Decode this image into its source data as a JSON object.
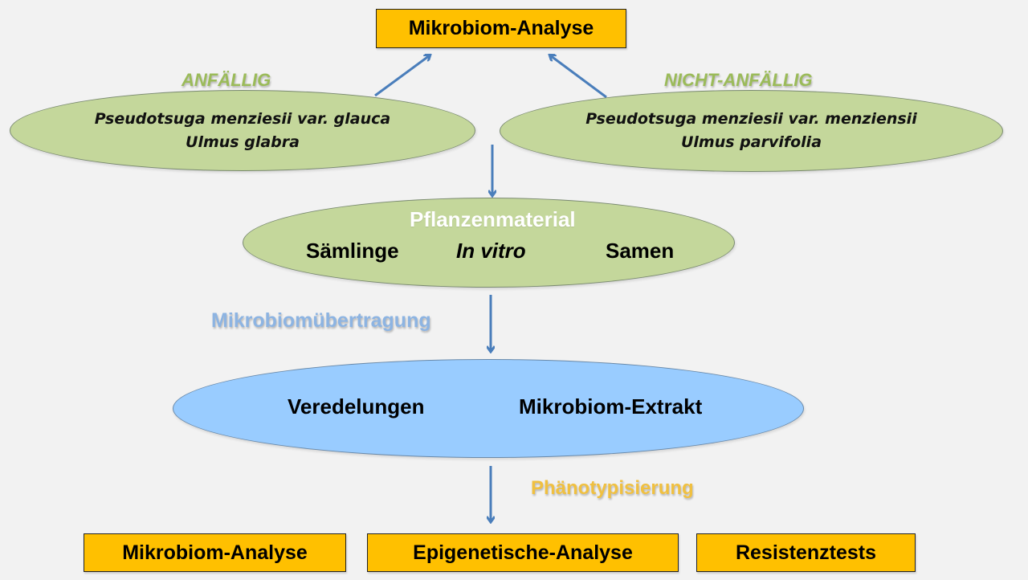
{
  "top_box": {
    "label": "Mikrobiom-Analyse"
  },
  "susceptible": {
    "heading": "ANFÄLLIG",
    "species": [
      "Pseudotsuga menziesii var. glauca",
      "Ulmus glabra"
    ]
  },
  "resistant": {
    "heading": "NICHT-ANFÄLLIG",
    "species": [
      "Pseudotsuga menziesii var. menziensii",
      "Ulmus parvifolia"
    ]
  },
  "plant_material": {
    "title": "Pflanzenmaterial",
    "items": [
      "Sämlinge",
      "In vitro",
      "Samen"
    ]
  },
  "transfer_label": "Mikrobiomübertragung",
  "transfer": {
    "items": [
      "Veredelungen",
      "Mikrobiom-Extrakt"
    ]
  },
  "phenotyping_label": "Phänotypisierung",
  "bottom_boxes": [
    "Mikrobiom-Analyse",
    "Epigenetische-Analyse",
    "Resistenztests"
  ],
  "colors": {
    "box_fill": "#ffc000",
    "ellipse_green": "#c4d79b",
    "ellipse_blue": "#99ccff",
    "arrow": "#4a7ebb",
    "heading_green": "#9bbb59",
    "transfer_label": "#8db4e2",
    "phenotyping_label": "#f0c040"
  }
}
